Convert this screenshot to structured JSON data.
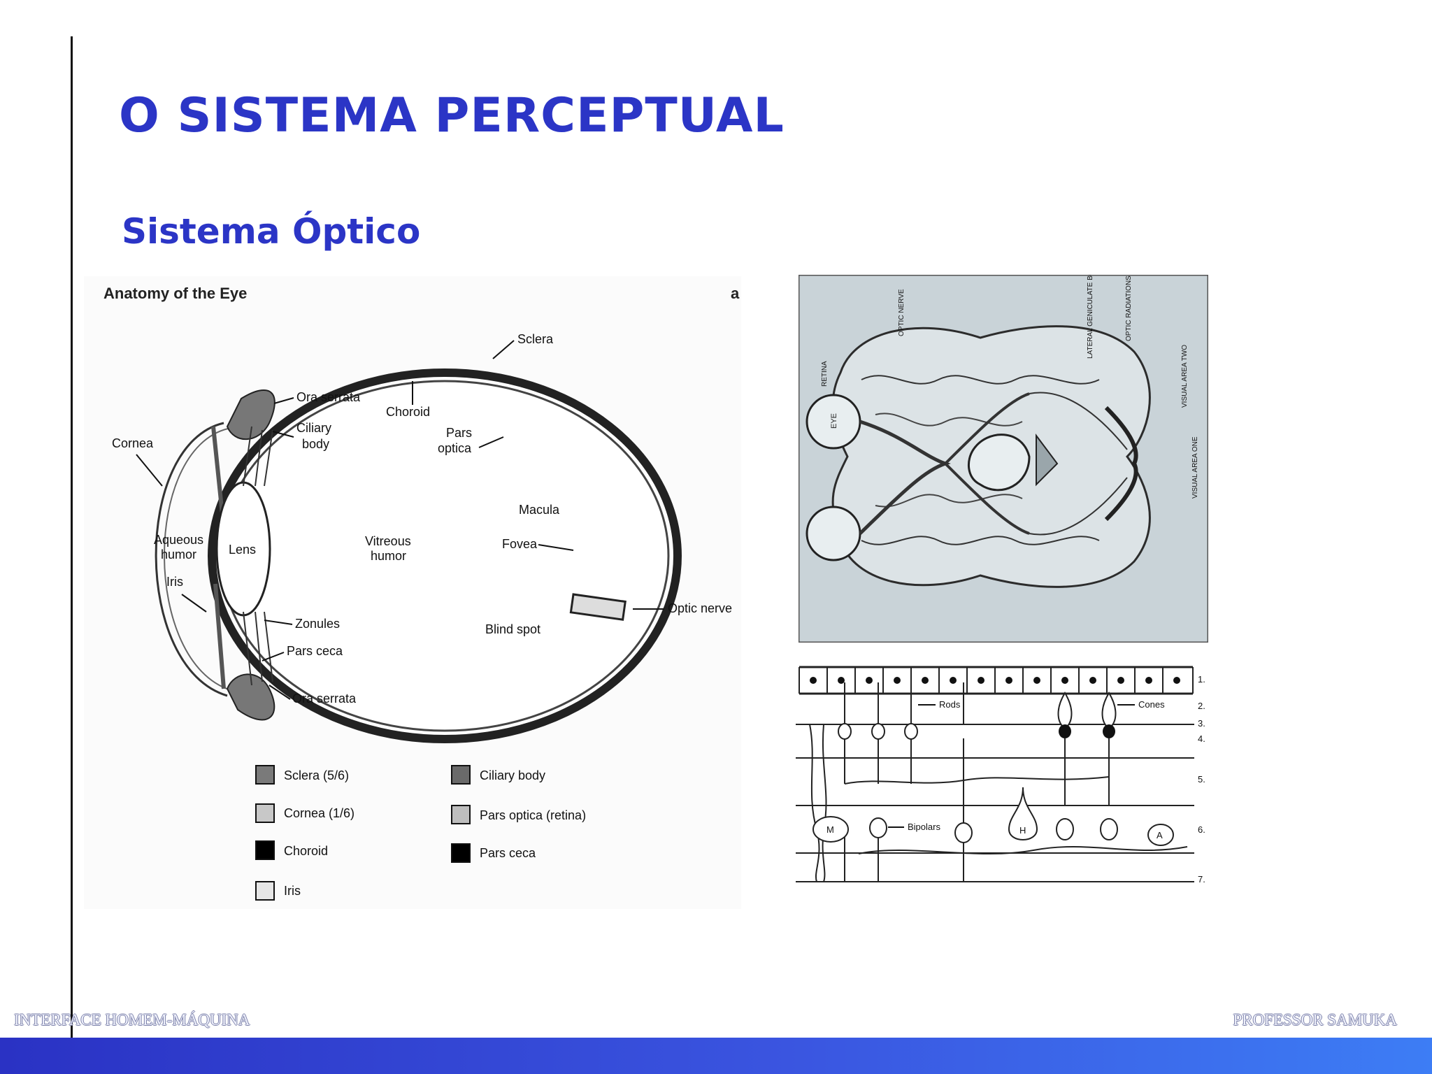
{
  "slide": {
    "title": "O SISTEMA PERCEPTUAL",
    "subtitle": "Sistema Óptico"
  },
  "eye_figure": {
    "heading": "Anatomy of the Eye",
    "labels": {
      "sclera": "Sclera",
      "ora_serrata_top": "Ora serrata",
      "choroid": "Choroid",
      "ciliary_body_1": "Ciliary",
      "ciliary_body_2": "body",
      "cornea": "Cornea",
      "pars_optica_1": "Pars",
      "pars_optica_2": "optica",
      "macula": "Macula",
      "aqueous_1": "Aqueous",
      "aqueous_2": "humor",
      "lens": "Lens",
      "vitreous_1": "Vitreous",
      "vitreous_2": "humor",
      "fovea": "Fovea",
      "iris": "Iris",
      "optic_nerve": "Optic nerve",
      "zonules": "Zonules",
      "blind_spot": "Blind spot",
      "pars_ceca": "Pars ceca",
      "ora_serrata_bottom": "Ora serrata"
    },
    "legend": [
      {
        "label": "Sclera (5/6)",
        "color": "#7a7a7a"
      },
      {
        "label": "Ciliary body",
        "color": "#6a6a6a"
      },
      {
        "label": "Cornea (1/6)",
        "color": "#c8c8c8"
      },
      {
        "label": "Pars optica (retina)",
        "color": "#bdbdbd"
      },
      {
        "label": "Choroid",
        "color": "#000000"
      },
      {
        "label": "Pars ceca",
        "color": "#000000"
      },
      {
        "label": "Iris",
        "color": "#e6e6e6"
      }
    ]
  },
  "brain_figure": {
    "labels": {
      "retina": "RETINA",
      "optic_nerve": "OPTIC NERVE",
      "lateral_geniculate": "LATERAL GENICULATE BODY",
      "optic_radiations": "OPTIC RADIATIONS",
      "visual_area_two": "VISUAL AREA TWO",
      "visual_area_one": "VISUAL AREA ONE",
      "eye": "EYE"
    }
  },
  "retina_figure": {
    "labels": {
      "rods": "Rods",
      "cones": "Cones",
      "bipolars": "Bipolars",
      "m": "M",
      "h": "H",
      "a": "A"
    },
    "layers": [
      "1.",
      "2.",
      "3.",
      "4.",
      "5.",
      "6.",
      "7."
    ]
  },
  "footer": {
    "left": "INTERFACE HOMEM-MÁQUINA",
    "right": "PROFESSOR SAMUKA"
  }
}
